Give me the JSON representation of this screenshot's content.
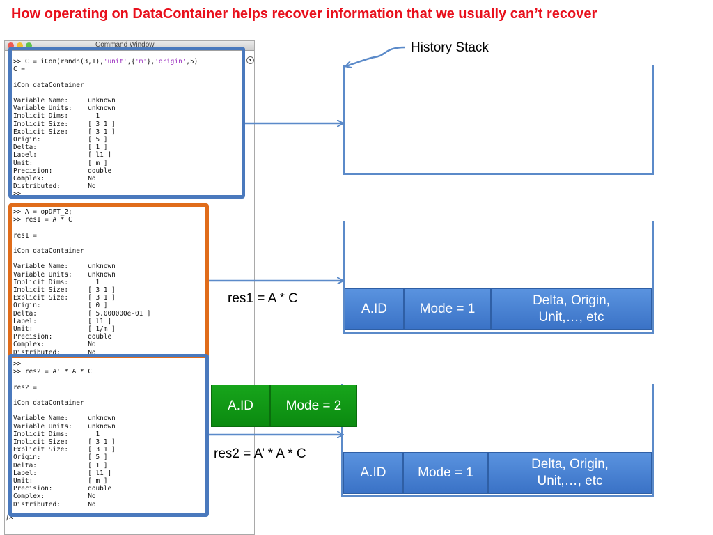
{
  "slide": {
    "title": "How operating on DataContainer helps recover information that we usually can’t recover",
    "title_color": "#e8101c"
  },
  "command_window": {
    "title": "Command Window",
    "fx_label": "fx",
    "session1": {
      "prompt_prefix": ">> C = iCon(randn(3,1),",
      "str1": "'unit'",
      "mid1": ",{",
      "str2": "'m'",
      "mid2": "},",
      "str3": "'origin'",
      "suffix": ",5)",
      "output": "\nC =\n\niCon dataContainer\n\nVariable Name:     unknown\nVariable Units:    unknown\nImplicit Dims:       1\nImplicit Size:     [ 3 1 ]\nExplicit Size:     [ 3 1 ]\nOrigin:            [ 5 ]\nDelta:             [ 1 ]\nLabel:             [ l1 ]\nUnit:              [ m ]\nPrecision:         double\nComplex:           No\nDistributed:       No\n>>"
    },
    "session2": {
      "text": ">> A = opDFT_2;\n>> res1 = A * C\n\nres1 =\n\niCon dataContainer\n\nVariable Name:     unknown\nVariable Units:    unknown\nImplicit Dims:       1\nImplicit Size:     [ 3 1 ]\nExplicit Size:     [ 3 1 ]\nOrigin:            [ 0 ]\nDelta:             [ 5.000000e-01 ]\nLabel:             [ l1 ]\nUnit:              [ 1/m ]\nPrecision:         double\nComplex:           No\nDistributed:       No"
    },
    "session3": {
      "text": ">>\n>> res2 = A' * A * C\n\nres2 =\n\niCon dataContainer\n\nVariable Name:     unknown\nVariable Units:    unknown\nImplicit Dims:       1\nImplicit Size:     [ 3 1 ]\nExplicit Size:     [ 3 1 ]\nOrigin:            [ 5 ]\nDelta:             [ 1 ]\nLabel:             [ l1 ]\nUnit:              [ m ]\nPrecision:         double\nComplex:           No\nDistributed:       No"
    }
  },
  "diagram": {
    "history_stack_label": "History Stack",
    "res1_label": "res1 = A * C",
    "res2_label": "res2 = A’ * A * C",
    "stack2": {
      "aid": "A.ID",
      "mode": "Mode = 1",
      "meta": "Delta, Origin, Unit,…, etc"
    },
    "pushed": {
      "aid": "A.ID",
      "mode": "Mode = 2"
    },
    "stack3": {
      "aid": "A.ID",
      "mode": "Mode = 1",
      "meta": "Delta, Origin, Unit,…, etc"
    },
    "colors": {
      "blue_box": "#4a79bd",
      "orange_box": "#e06c1a",
      "cell_blue": "#4a84d6",
      "cell_green": "#139a17",
      "arrow": "#5b8ac9"
    }
  }
}
